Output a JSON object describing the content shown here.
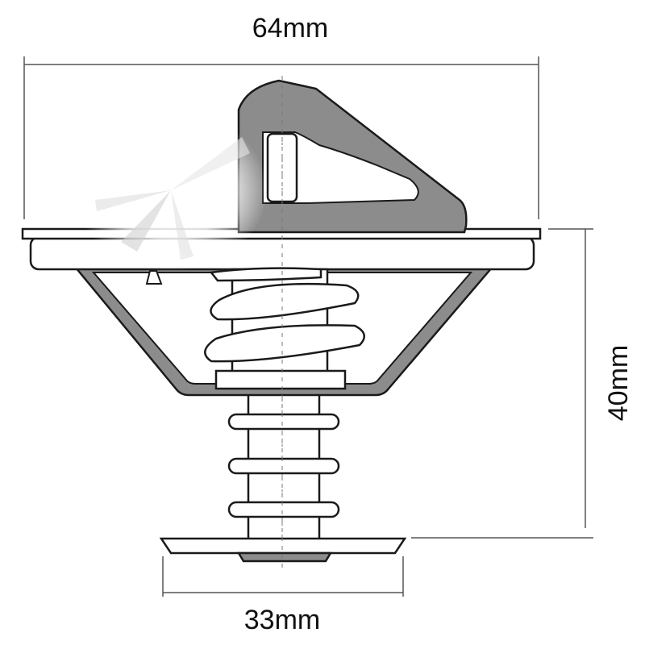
{
  "dimensions": {
    "overall_width": "64mm",
    "overall_height": "40mm",
    "valve_diameter": "33mm"
  },
  "colors": {
    "outline": "#1a1a1a",
    "body_fill": "#8c8c8c",
    "spring_fill": "#ffffff",
    "background": "#ffffff",
    "dimension_line": "#555555"
  }
}
